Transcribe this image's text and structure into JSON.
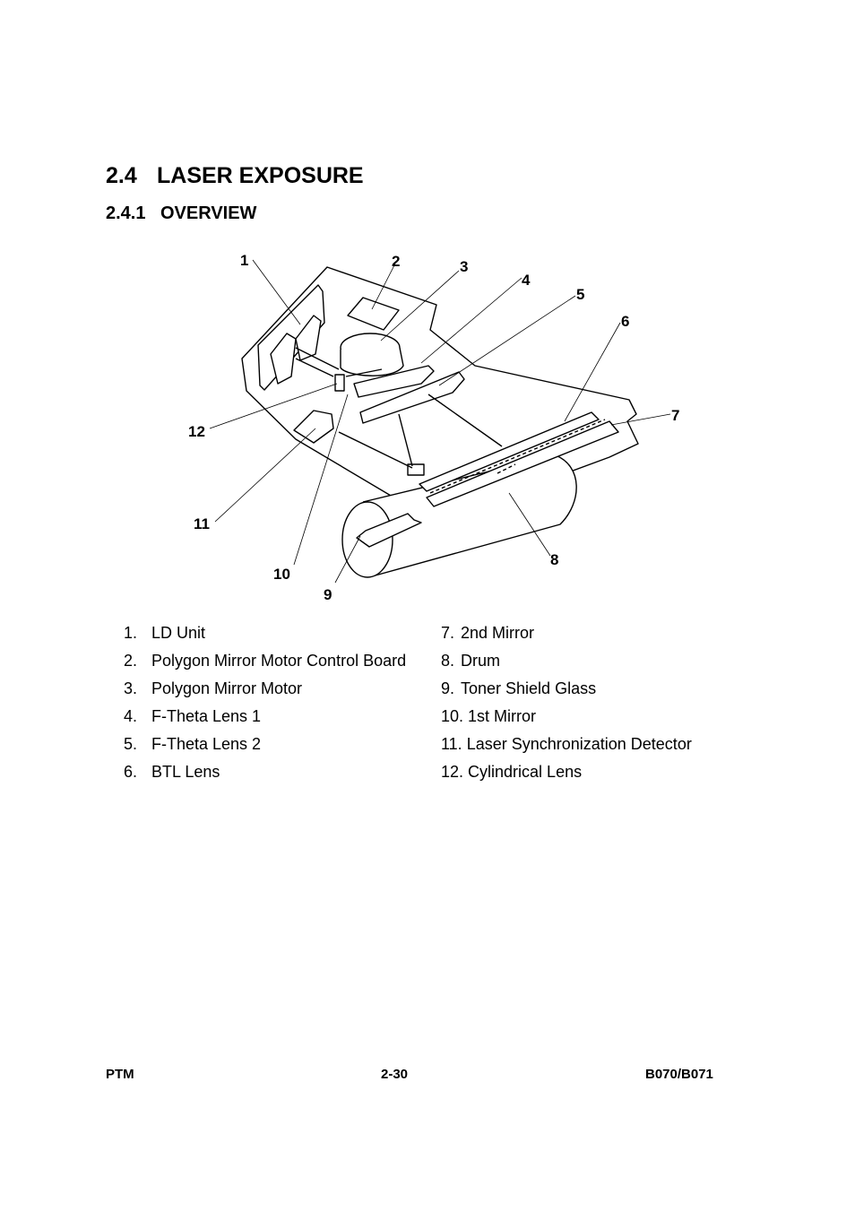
{
  "section": {
    "number": "2.4",
    "title": "LASER EXPOSURE"
  },
  "subsection": {
    "number": "2.4.1",
    "title": "OVERVIEW"
  },
  "figure": {
    "callouts": [
      "1",
      "2",
      "3",
      "4",
      "5",
      "6",
      "7",
      "8",
      "9",
      "10",
      "11",
      "12"
    ]
  },
  "legend": {
    "left": [
      {
        "num": "1.",
        "label": "LD Unit"
      },
      {
        "num": "2.",
        "label": "Polygon Mirror Motor Control Board"
      },
      {
        "num": "3.",
        "label": "Polygon Mirror Motor"
      },
      {
        "num": "4.",
        "label": "F-Theta Lens 1"
      },
      {
        "num": "5.",
        "label": "F-Theta Lens 2"
      },
      {
        "num": "6.",
        "label": "BTL Lens"
      }
    ],
    "right": [
      {
        "num": "7.",
        "label": "2nd Mirror"
      },
      {
        "num": "8.",
        "label": "Drum"
      },
      {
        "num": "9.",
        "label": "Toner Shield Glass"
      },
      {
        "num": "10.",
        "label": "1st Mirror"
      },
      {
        "num": "11.",
        "label": "Laser Synchronization Detector"
      },
      {
        "num": "12.",
        "label": "Cylindrical Lens"
      }
    ]
  },
  "footer": {
    "left": "PTM",
    "center": "2-30",
    "right": "B070/B071"
  }
}
